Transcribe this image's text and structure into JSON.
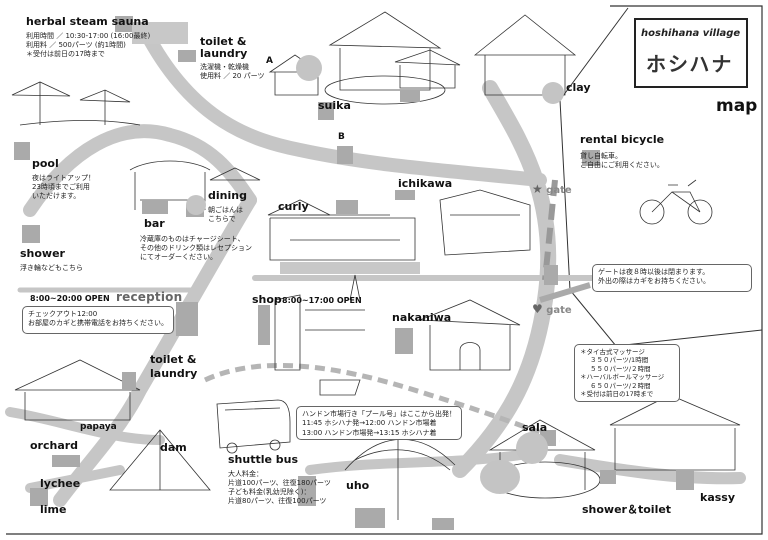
{
  "title": {
    "logo_line1": "hoshihana village",
    "logo_line2": "ホシハナ",
    "map_label": "map"
  },
  "places": {
    "herbal_steam_sauna": {
      "name": "herbal steam sauna",
      "lines": [
        "利用時間 ／ 10:30-17:00 (16:00最終)",
        "利用料 ／ 500パーツ (約1時間)",
        "＊受付は前日の17時まで"
      ]
    },
    "toilet_laundry_top": {
      "name1": "toilet &",
      "name2": "laundry",
      "lines": [
        "洗濯機・乾燥機",
        "使用料 ／ 20 パーツ"
      ]
    },
    "marker_a": "A",
    "marker_b": "B",
    "suika": "suika",
    "clay": "clay",
    "rental_bicycle": {
      "name": "rental bicycle",
      "lines": [
        "貸し自転車。",
        "ご自由にご利用ください。"
      ]
    },
    "pool": {
      "name": "pool",
      "lines": [
        "夜はライトアップ！",
        "23時頃までご利用",
        "いただけます。"
      ]
    },
    "dining": {
      "name": "dining",
      "lines": [
        "朝ごはんは",
        "こちらで"
      ]
    },
    "bar": {
      "name": "bar",
      "lines": [
        "冷蔵庫のものはチャージシート、",
        "その他のドリンク類はレセプション",
        "にてオーダーください。"
      ]
    },
    "curly": "curly",
    "ichikawa": "ichikawa",
    "shower_left": {
      "name": "shower",
      "lines": [
        "浮き輪などもこちら"
      ]
    },
    "reception": {
      "hours": "8:00~20:00  OPEN",
      "name": "reception",
      "lines": [
        "チェックアウト12:00",
        "お部屋のカギと携帯電話をお持ちください。"
      ]
    },
    "shop": {
      "name": "shop",
      "hours": "8:00~17:00  OPEN"
    },
    "nakaniwa": "nakaniwa",
    "gate_notice": [
      "ゲートは夜８時以後は閉まります。",
      "外出の際はカギをお持ちください。"
    ],
    "toilet_laundry_left": {
      "name1": "toilet &",
      "name2": "laundry"
    },
    "papaya": "papaya",
    "orchard": "orchard",
    "dam": "dam",
    "lychee": "lychee",
    "lime": "lime",
    "shuttle_bus": {
      "name": "shuttle bus",
      "fares": [
        "大人料金：",
        "片道100パーツ、往復180パーツ",
        "子ども料金(乳幼児除く)：",
        "片道80パーツ、往復100パーツ"
      ]
    },
    "shuttle_schedule": [
      "ハンドン市場行き「プール号」はここから出発！",
      "11:45 ホシハナ発→12:00 ハンドン市場着",
      "13:00 ハンドン市場発→13:15 ホシハナ着"
    ],
    "uho": "uho",
    "sala": "sala",
    "massage": [
      "＊タイ古式マッサージ",
      "３５０パーツ/1時間",
      "５５０パーツ/２時間",
      "＊ハーバルボールマッサージ",
      "６５０パーツ/２時間",
      "＊受付は前日の17時まで"
    ],
    "shower_toilet": "shower＆toilet",
    "kassy": "kassy"
  },
  "gates": {
    "star_icon": "★",
    "star_label": "gate",
    "heart_icon": "♥",
    "heart_label": "gate"
  }
}
